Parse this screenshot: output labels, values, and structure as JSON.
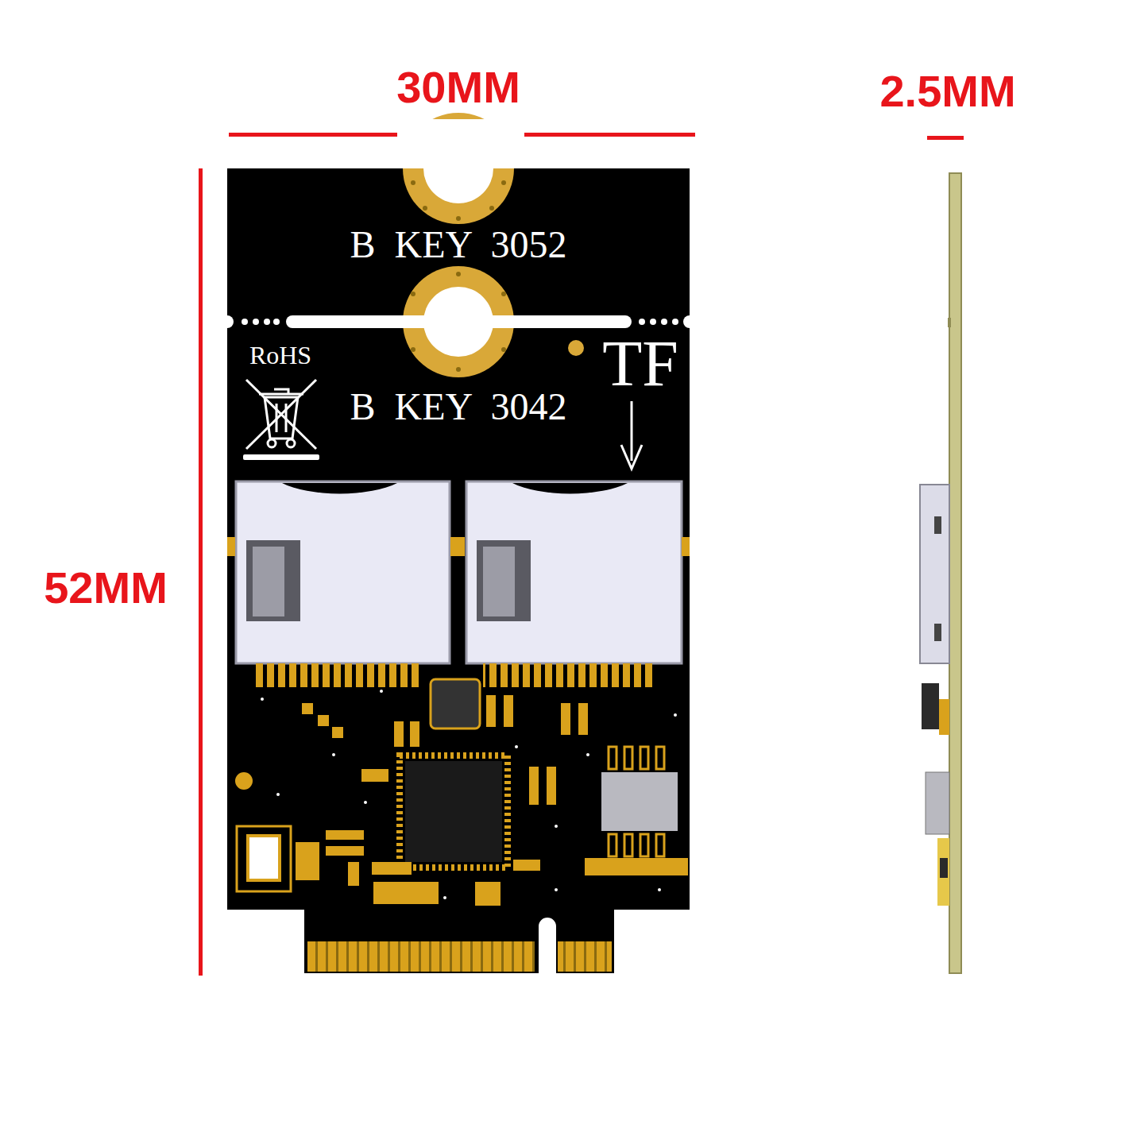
{
  "diagram": {
    "labels": [
      "30MM",
      "2.5MM",
      "B KEY 3052",
      "RoHS",
      "TF",
      "B KEY 3042",
      "52MM"
    ]
  }
}
